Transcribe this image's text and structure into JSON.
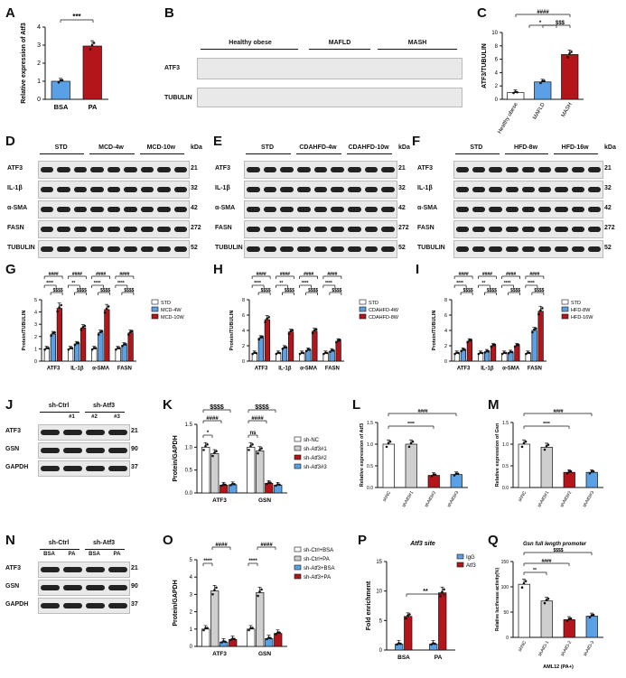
{
  "panel_labels": [
    "A",
    "B",
    "C",
    "D",
    "E",
    "F",
    "G",
    "H",
    "I",
    "J",
    "K",
    "L",
    "M",
    "N",
    "O",
    "P",
    "Q"
  ],
  "sig": {
    "p3": "***",
    "p2": "**",
    "p1": "*",
    "p4": "****",
    "h4": "####",
    "d3": "$$$",
    "d4": "$$$$",
    "ns": "ns"
  },
  "A": {
    "ylabel": "Relative expression of Atf3",
    "cats": [
      "BSA",
      "PA"
    ]
  },
  "B": {
    "groups": [
      "Healthy obese",
      "MAFLD",
      "MASH"
    ],
    "rows": [
      "ATF3",
      "TUBULIN"
    ]
  },
  "C": {
    "ylabel": "ATF3/TUBULIN",
    "cats": [
      "Healthy obese",
      "MAFLD",
      "MASH"
    ]
  },
  "D": {
    "groups": [
      "STD",
      "MCD-4w",
      "MCD-10w"
    ],
    "rows": [
      "ATF3",
      "IL-1β",
      "α-SMA",
      "FASN",
      "TUBULIN"
    ],
    "kda": [
      "21",
      "32",
      "42",
      "272",
      "52"
    ],
    "kda_head": "kDa"
  },
  "E": {
    "groups": [
      "STD",
      "CDAHFD-4w",
      "CDAHFD-10w"
    ],
    "rows": [
      "ATF3",
      "IL-1β",
      "α-SMA",
      "FASN",
      "TUBULIN"
    ],
    "kda": [
      "21",
      "32",
      "42",
      "272",
      "52"
    ],
    "kda_head": "kDa"
  },
  "F": {
    "groups": [
      "STD",
      "HFD-8w",
      "HFD-16w"
    ],
    "rows": [
      "ATF3",
      "IL-1β",
      "α-SMA",
      "FASN",
      "TUBULIN"
    ],
    "kda": [
      "21",
      "32",
      "42",
      "272",
      "52"
    ],
    "kda_head": "kDa"
  },
  "G": {
    "ylabel": "Protein/TUBULIN",
    "cats": [
      "ATF3",
      "IL-1β",
      "α-SMA",
      "FASN"
    ],
    "legend": [
      "STD",
      "MCD-4W",
      "MCD-10W"
    ]
  },
  "H": {
    "ylabel": "Protein/TUBULIN",
    "cats": [
      "ATF3",
      "IL-1β",
      "α-SMA",
      "FASN"
    ],
    "legend": [
      "STD",
      "CDAHFD-4W",
      "CDAHFD-8W"
    ]
  },
  "I": {
    "ylabel": "Protein/TUBULIN",
    "cats": [
      "ATF3",
      "IL-1β",
      "α-SMA",
      "FASN"
    ],
    "legend": [
      "STD",
      "HFD-8W",
      "HFD-16W"
    ]
  },
  "J": {
    "groups": [
      "sh-Ctrl",
      "sh-Atf3"
    ],
    "lanes": [
      "#1",
      "#2",
      "#3"
    ],
    "rows": [
      "ATF3",
      "GSN",
      "GAPDH"
    ],
    "kda": [
      "21",
      "90",
      "37"
    ]
  },
  "K": {
    "ylabel": "Protein/GAPDH",
    "cats": [
      "ATF3",
      "GSN"
    ],
    "legend": [
      "sh-NC",
      "sh-Atf3#1",
      "sh-Atf3#2",
      "sh-Atf3#3"
    ]
  },
  "L": {
    "ylabel": "Relative expression of Atf3",
    "cats": [
      "shNC",
      "shAtf3#1",
      "shAtf3#2",
      "shAtf3#3"
    ]
  },
  "M": {
    "ylabel": "Relative expression of Gsn",
    "cats": [
      "shNC",
      "shAtf3#1",
      "shAtf3#2",
      "shAtf3#3"
    ]
  },
  "N": {
    "groups": [
      "sh-Ctrl",
      "sh-Atf3"
    ],
    "lanes": [
      "BSA",
      "PA",
      "BSA",
      "PA"
    ],
    "rows": [
      "ATF3",
      "GSN",
      "GAPDH"
    ],
    "kda": [
      "21",
      "90",
      "37"
    ]
  },
  "O": {
    "ylabel": "Protein/GAPDH",
    "cats": [
      "ATF3",
      "GSN"
    ],
    "legend": [
      "sh-Ctrl+BSA",
      "sh-Ctrl+PA",
      "sh-Atf3+BSA",
      "sh-Atf3+PA"
    ]
  },
  "P": {
    "title": "Atf3 site",
    "ylabel": "Fold enrichment",
    "cats": [
      "BSA",
      "PA"
    ],
    "legend": [
      "IgG",
      "Atf3"
    ]
  },
  "Q": {
    "title": "Gsn full length promoter",
    "ylabel": "Relative luciferase activity(%)",
    "cats": [
      "shNC",
      "shAtf3-1",
      "shAtf3-2",
      "shAtf3-3"
    ],
    "xlabel": "AML12 (PA+)"
  },
  "colors": {
    "blue": "#5aa0e6",
    "red": "#b3151b",
    "grey": "#cfcfcf",
    "dark": "#8a8a8a",
    "white": "#ffffff",
    "black": "#111111"
  },
  "chart_data": [
    {
      "panel": "A",
      "type": "bar",
      "categories": [
        "BSA",
        "PA"
      ],
      "values": [
        1.0,
        2.95
      ],
      "ylim": [
        0,
        4
      ],
      "yticks": [
        0,
        1,
        2,
        3,
        4
      ]
    },
    {
      "panel": "C",
      "type": "bar",
      "categories": [
        "Healthy obese",
        "MAFLD",
        "MASH"
      ],
      "values": [
        1.0,
        2.6,
        6.7
      ],
      "ylim": [
        0,
        10
      ],
      "yticks": [
        0,
        2,
        4,
        6,
        8,
        10
      ]
    },
    {
      "panel": "G",
      "type": "bar",
      "categories": [
        "ATF3",
        "IL-1β",
        "α-SMA",
        "FASN"
      ],
      "series": [
        {
          "name": "STD",
          "values": [
            1.0,
            1.0,
            1.0,
            1.0
          ]
        },
        {
          "name": "MCD-4W",
          "values": [
            2.2,
            1.4,
            2.3,
            1.3
          ]
        },
        {
          "name": "MCD-10W",
          "values": [
            4.3,
            2.7,
            4.2,
            2.3
          ]
        }
      ],
      "ylim": [
        0,
        5
      ],
      "yticks": [
        0,
        1,
        2,
        3,
        4,
        5
      ]
    },
    {
      "panel": "H",
      "type": "bar",
      "categories": [
        "ATF3",
        "IL-1β",
        "α-SMA",
        "FASN"
      ],
      "series": [
        {
          "name": "STD",
          "values": [
            1.0,
            1.0,
            1.0,
            1.0
          ]
        },
        {
          "name": "CDAHFD-4W",
          "values": [
            3.0,
            1.7,
            1.4,
            1.3
          ]
        },
        {
          "name": "CDAHFD-8W",
          "values": [
            5.4,
            3.8,
            3.9,
            2.6
          ]
        }
      ],
      "ylim": [
        0,
        8
      ],
      "yticks": [
        0,
        2,
        4,
        6,
        8
      ]
    },
    {
      "panel": "I",
      "type": "bar",
      "categories": [
        "ATF3",
        "IL-1β",
        "α-SMA",
        "FASN"
      ],
      "series": [
        {
          "name": "STD",
          "values": [
            1.0,
            1.0,
            1.0,
            1.0
          ]
        },
        {
          "name": "HFD-8W",
          "values": [
            1.4,
            1.2,
            1.1,
            4.0
          ]
        },
        {
          "name": "HFD-16W",
          "values": [
            2.6,
            2.0,
            2.0,
            6.5
          ]
        }
      ],
      "ylim": [
        0,
        8
      ],
      "yticks": [
        0,
        2,
        4,
        6,
        8
      ]
    },
    {
      "panel": "K",
      "type": "bar",
      "categories": [
        "ATF3",
        "GSN"
      ],
      "series": [
        {
          "name": "sh-NC",
          "values": [
            1.0,
            1.0
          ]
        },
        {
          "name": "sh-Atf3#1",
          "values": [
            0.86,
            0.92
          ]
        },
        {
          "name": "sh-Atf3#2",
          "values": [
            0.17,
            0.21
          ]
        },
        {
          "name": "sh-Atf3#3",
          "values": [
            0.18,
            0.17
          ]
        }
      ],
      "ylim": [
        0,
        1.5
      ],
      "yticks": [
        0.0,
        0.5,
        1.0,
        1.5
      ]
    },
    {
      "panel": "L",
      "type": "bar",
      "categories": [
        "shNC",
        "shAtf3#1",
        "shAtf3#2",
        "shAtf3#3"
      ],
      "values": [
        1.0,
        1.0,
        0.28,
        0.3
      ],
      "ylim": [
        0,
        1.5
      ],
      "yticks": [
        0.0,
        0.5,
        1.0,
        1.5
      ]
    },
    {
      "panel": "M",
      "type": "bar",
      "categories": [
        "shNC",
        "shAtf3#1",
        "shAtf3#2",
        "shAtf3#3"
      ],
      "values": [
        1.0,
        0.93,
        0.35,
        0.35
      ],
      "ylim": [
        0,
        1.5
      ],
      "yticks": [
        0.0,
        0.5,
        1.0,
        1.5
      ]
    },
    {
      "panel": "O",
      "type": "bar",
      "categories": [
        "ATF3",
        "GSN"
      ],
      "series": [
        {
          "name": "sh-Ctrl+BSA",
          "values": [
            1.0,
            1.0
          ]
        },
        {
          "name": "sh-Ctrl+PA",
          "values": [
            3.2,
            3.1
          ]
        },
        {
          "name": "sh-Atf3+BSA",
          "values": [
            0.25,
            0.45
          ]
        },
        {
          "name": "sh-Atf3+PA",
          "values": [
            0.4,
            0.75
          ]
        }
      ],
      "ylim": [
        0,
        5
      ],
      "yticks": [
        0,
        1,
        2,
        3,
        4,
        5
      ]
    },
    {
      "panel": "P",
      "type": "bar",
      "categories": [
        "BSA",
        "PA"
      ],
      "series": [
        {
          "name": "IgG",
          "values": [
            1.0,
            1.0
          ]
        },
        {
          "name": "Atf3",
          "values": [
            5.7,
            9.7
          ]
        }
      ],
      "ylim": [
        0,
        15
      ],
      "yticks": [
        0,
        5,
        10,
        15
      ]
    },
    {
      "panel": "Q",
      "type": "bar",
      "categories": [
        "shNC",
        "shAtf3-1",
        "shAtf3-2",
        "shAtf3-3"
      ],
      "values": [
        105,
        72,
        35,
        42
      ],
      "ylim": [
        0,
        150
      ],
      "yticks": [
        0,
        50,
        100,
        150
      ]
    }
  ]
}
